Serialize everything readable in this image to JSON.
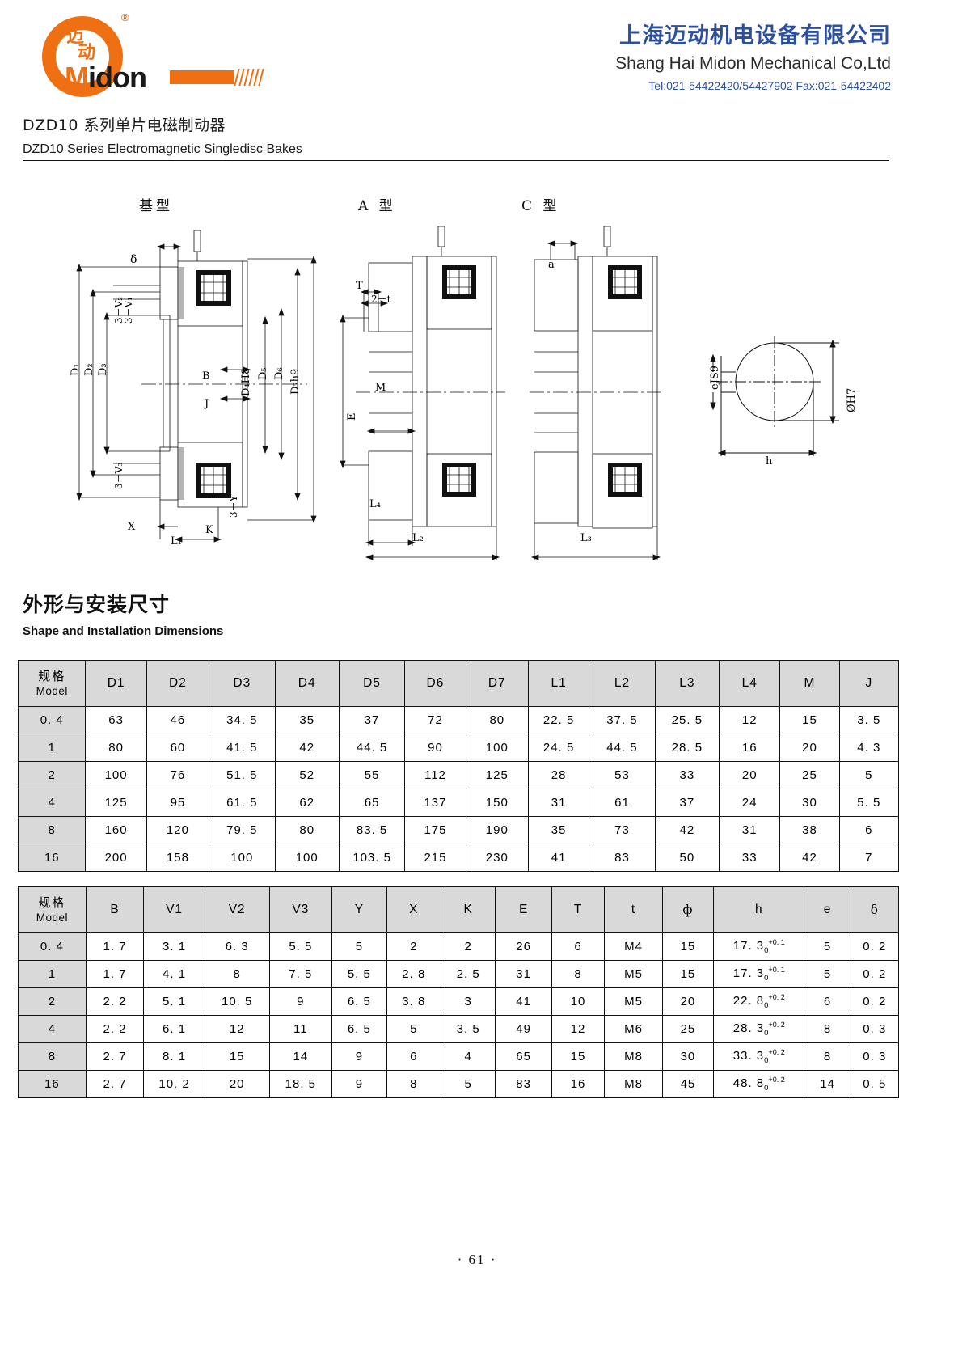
{
  "header": {
    "logo": {
      "registered_mark": "®",
      "chinese_mark_top": "迈",
      "chinese_mark_bottom": "动",
      "wordmark_accent": "M",
      "wordmark_rest": "idon"
    },
    "company_name_cn": "上海迈动机电设备有限公司",
    "company_name_en": "Shang Hai Midon Mechanical Co,Ltd",
    "contact": "Tel:021-54422420/54427902 Fax:021-54422402",
    "accent_color": "#ee7012",
    "company_color": "#2c4f9e"
  },
  "title": {
    "cn": "DZD10 系列单片电磁制动器",
    "en": "DZD10 Series Electromagnetic Singledisc Bakes"
  },
  "drawings": {
    "captions": [
      "基型",
      "A 型",
      "C 型"
    ],
    "base_labels": {
      "delta": "δ",
      "d1": "D₁",
      "d2": "D₂",
      "d3": "D₃",
      "d4": "D₄H8",
      "d5": "D₅",
      "d6": "D₆",
      "d7": "D₇h9",
      "b": "B",
      "j": "J",
      "x": "X",
      "k": "K",
      "l1": "L₁",
      "v1": "3－V₁",
      "v2": "3－V₂",
      "v3_upper": "3－V₃",
      "v3_lower": "3－V₃",
      "y_left": "3－Y",
      "y_right": "3－Y"
    },
    "type_a_labels": {
      "t": "T",
      "two_t": "2－t",
      "e": "E",
      "m": "M",
      "l4": "L₄",
      "l2": "L₂"
    },
    "type_c_labels": {
      "a": "a",
      "l3": "L₃"
    },
    "keyway_labels": {
      "ejs9": "eJS9",
      "bore": "ØH7",
      "h": "h"
    }
  },
  "section": {
    "cn": "外形与安装尺寸",
    "en": "Shape and Installation Dimensions"
  },
  "table1": {
    "model_header_cn": "规格",
    "model_header_en": "Model",
    "columns": [
      "D1",
      "D2",
      "D3",
      "D4",
      "D5",
      "D6",
      "D7",
      "L1",
      "L2",
      "L3",
      "L4",
      "M",
      "J"
    ],
    "rows": [
      {
        "model": "0. 4",
        "values": [
          "63",
          "46",
          "34. 5",
          "35",
          "37",
          "72",
          "80",
          "22. 5",
          "37. 5",
          "25. 5",
          "12",
          "15",
          "3. 5"
        ]
      },
      {
        "model": "1",
        "values": [
          "80",
          "60",
          "41. 5",
          "42",
          "44. 5",
          "90",
          "100",
          "24. 5",
          "44. 5",
          "28. 5",
          "16",
          "20",
          "4. 3"
        ]
      },
      {
        "model": "2",
        "values": [
          "100",
          "76",
          "51. 5",
          "52",
          "55",
          "112",
          "125",
          "28",
          "53",
          "33",
          "20",
          "25",
          "5"
        ]
      },
      {
        "model": "4",
        "values": [
          "125",
          "95",
          "61. 5",
          "62",
          "65",
          "137",
          "150",
          "31",
          "61",
          "37",
          "24",
          "30",
          "5. 5"
        ]
      },
      {
        "model": "8",
        "values": [
          "160",
          "120",
          "79. 5",
          "80",
          "83. 5",
          "175",
          "190",
          "35",
          "73",
          "42",
          "31",
          "38",
          "6"
        ]
      },
      {
        "model": "16",
        "values": [
          "200",
          "158",
          "100",
          "100",
          "103. 5",
          "215",
          "230",
          "41",
          "83",
          "50",
          "33",
          "42",
          "7"
        ]
      }
    ]
  },
  "table2": {
    "model_header_cn": "规格",
    "model_header_en": "Model",
    "columns": [
      "B",
      "V1",
      "V2",
      "V3",
      "Y",
      "X",
      "K",
      "E",
      "T",
      "t",
      "ф",
      "h",
      "e",
      "δ"
    ],
    "rows": [
      {
        "model": "0. 4",
        "values": [
          "1. 7",
          "3. 1",
          "6. 3",
          "5. 5",
          "5",
          "2",
          "2",
          "26",
          "6",
          "M4",
          "15",
          "",
          "5",
          "0. 2"
        ],
        "h_base": "17. 3",
        "h_sub": "0",
        "h_sup": "+0. 1"
      },
      {
        "model": "1",
        "values": [
          "1. 7",
          "4. 1",
          "8",
          "7. 5",
          "5. 5",
          "2. 8",
          "2. 5",
          "31",
          "8",
          "M5",
          "15",
          "",
          "5",
          "0. 2"
        ],
        "h_base": "17. 3",
        "h_sub": "0",
        "h_sup": "+0. 1"
      },
      {
        "model": "2",
        "values": [
          "2. 2",
          "5. 1",
          "10. 5",
          "9",
          "6. 5",
          "3. 8",
          "3",
          "41",
          "10",
          "M5",
          "20",
          "",
          "6",
          "0. 2"
        ],
        "h_base": "22. 8",
        "h_sub": "0",
        "h_sup": "+0. 2"
      },
      {
        "model": "4",
        "values": [
          "2. 2",
          "6. 1",
          "12",
          "11",
          "6. 5",
          "5",
          "3. 5",
          "49",
          "12",
          "M6",
          "25",
          "",
          "8",
          "0. 3"
        ],
        "h_base": "28. 3",
        "h_sub": "0",
        "h_sup": "+0. 2"
      },
      {
        "model": "8",
        "values": [
          "2. 7",
          "8. 1",
          "15",
          "14",
          "9",
          "6",
          "4",
          "65",
          "15",
          "M8",
          "30",
          "",
          "8",
          "0. 3"
        ],
        "h_base": "33. 3",
        "h_sub": "0",
        "h_sup": "+0. 2"
      },
      {
        "model": "16",
        "values": [
          "2. 7",
          "10. 2",
          "20",
          "18. 5",
          "9",
          "8",
          "5",
          "83",
          "16",
          "M8",
          "45",
          "",
          "14",
          "0. 5"
        ],
        "h_base": "48. 8",
        "h_sub": "0",
        "h_sup": "+0. 2"
      }
    ]
  },
  "footer": {
    "page": "· 61 ·"
  }
}
